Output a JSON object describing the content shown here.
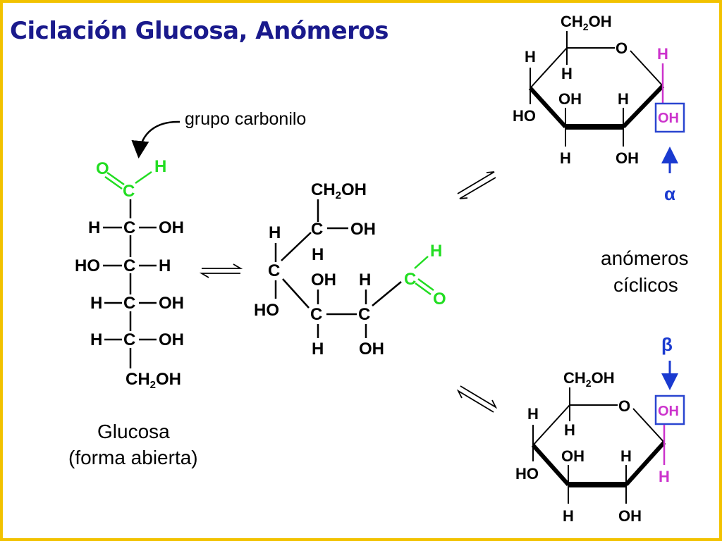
{
  "title": "Ciclación Glucosa, Anómeros",
  "colors": {
    "frame": "#f2c200",
    "title": "#1a1a8c",
    "carbonyl": "#22dd22",
    "anomeric": "#cc33cc",
    "anomeric_box": "#2a45d0",
    "arrow_blue": "#1a3ad0",
    "bond": "#000000"
  },
  "labels": {
    "carbonyl_group": "grupo carbonilo",
    "open_form_name": "Glucosa",
    "open_form_subtitle": "(forma abierta)",
    "anomers_line1": "anómeros",
    "anomers_line2": "cíclicos",
    "alpha": "α",
    "beta": "β"
  },
  "atoms": {
    "O": "O",
    "H": "H",
    "C": "C",
    "OH": "OH",
    "HO": "HO",
    "CH2OH_prefix": "CH",
    "CH2OH_sub": "2",
    "CH2OH_suffix": "OH"
  }
}
